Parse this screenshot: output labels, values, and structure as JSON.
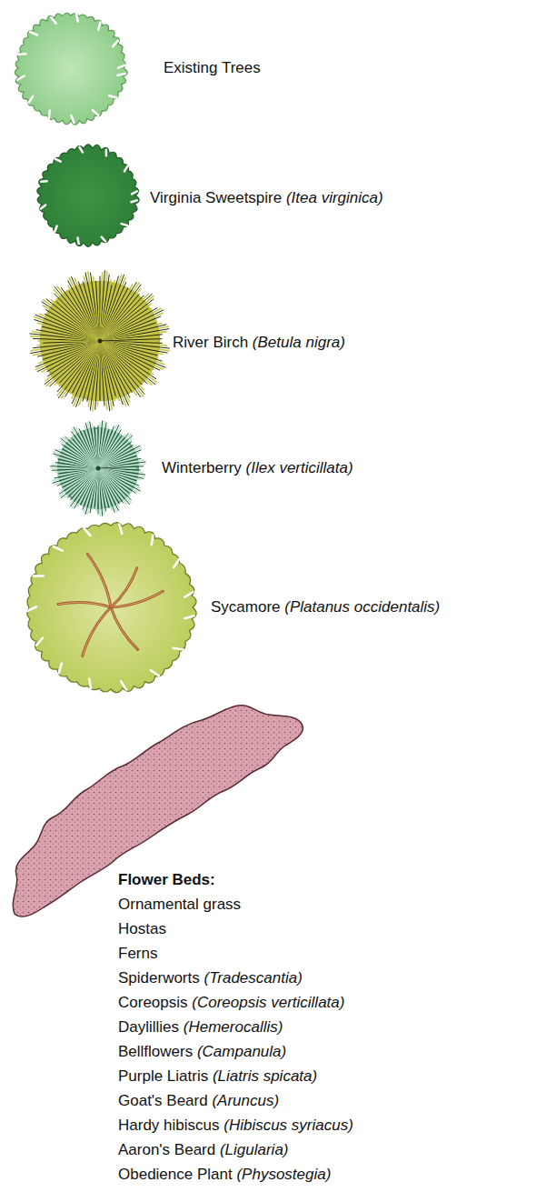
{
  "diagram": {
    "legend": [
      {
        "text": "Existing Trees"
      },
      {
        "text": "Virginia Sweetspire (Itea virginica)"
      },
      {
        "text": "River Birch (Betula nigra)"
      },
      {
        "text": "Winterberry (Ilex verticillata)"
      },
      {
        "text": "Sycamore (Platanus occidentalis)"
      },
      {
        "text": "Flower Beds:"
      }
    ],
    "labels": [
      "Ornamental grass",
      "Hostas",
      "Ferns",
      "Spiderworts (Tradescantia)",
      "Coreopsis (Coreopsis verticillata)",
      "Daylillies (Hemerocallis)",
      "Bellflowers (Campanula)",
      "Purple Liatris (Liatris spicata)",
      "Goat's Beard (Aruncus)",
      "Hardy hibiscus (Hibiscus syriacus)",
      "Aaron's Beard (Ligularia)",
      "Obedience Plant (Physostegia)"
    ]
  }
}
